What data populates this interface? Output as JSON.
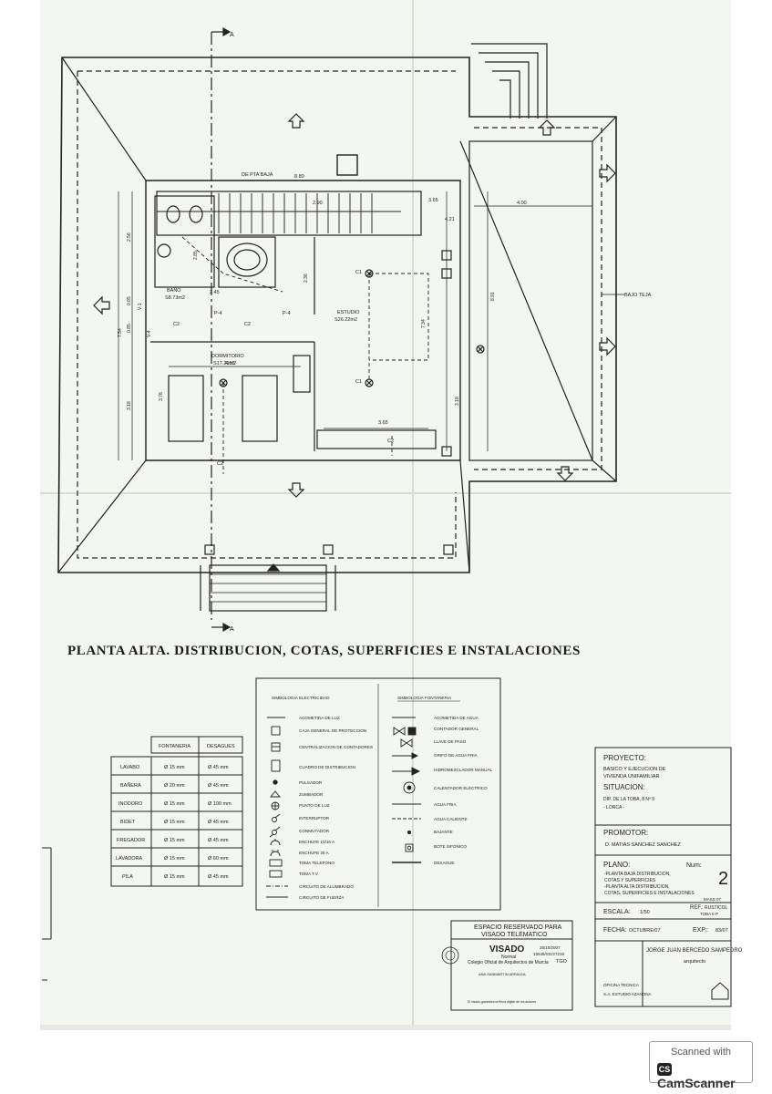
{
  "plan": {
    "title": "PLANTA ALTA. DISTRIBUCION, COTAS, SUPERFICIES E INSTALACIONES",
    "section_marks": [
      "A",
      "A"
    ],
    "labels": {
      "de_pta_baja": "DE PTA BAJA",
      "bajo_teja": "BAJO TEJA",
      "bano": "BAÑO",
      "bano_area": "S8.73m2",
      "estudio": "ESTUDIO",
      "estudio_area": "S26.22m2",
      "dormitorio": "DORMITORIO",
      "dormitorio_area": "S17.29m2"
    },
    "dims": {
      "d880": "8.80",
      "d365top": "3.65",
      "d400": "4.00",
      "d290": "2.90",
      "d421": "4.21",
      "d256": "2.56",
      "d754": "7.54",
      "d318a": "3.18",
      "d085a": "0.85",
      "d085b": "0.85",
      "d318b": "3.18",
      "d378": "3.78",
      "d455": "4.55",
      "d245": "2.45",
      "d236": "2.36",
      "d734": "7.34",
      "d891": "8.91",
      "d365bot": "3.65",
      "d285": "2.85",
      "d236b": "2.36"
    },
    "points": {
      "c1a": "C1",
      "c1b": "C1",
      "c2a": "C2",
      "c2b": "C2",
      "c2c": "C2",
      "c2d": "C2",
      "p4a": "P-4",
      "p4b": "P-4",
      "v1": "V-1",
      "v4": "V-4"
    }
  },
  "fontaneria_table": {
    "headers": [
      "",
      "FONTANERIA",
      "DESAGUES"
    ],
    "rows": [
      [
        "LAVABO",
        "Ø 15 mm",
        "Ø 45 mm"
      ],
      [
        "BAÑERA",
        "Ø 20 mm",
        "Ø 45 mm"
      ],
      [
        "INODORO",
        "Ø 15 mm",
        "Ø 100 mm"
      ],
      [
        "BIDET",
        "Ø 15 mm",
        "Ø 45 mm"
      ],
      [
        "FREGADOR",
        "Ø 15 mm",
        "Ø 45 mm"
      ],
      [
        "LAVADORA",
        "Ø 15 mm",
        "Ø 60 mm"
      ],
      [
        "PILA",
        "Ø 15 mm",
        "Ø 45 mm"
      ]
    ]
  },
  "legend": {
    "electricidad_title": "SIMBOLOGIA ELECTRICIDAD",
    "electricidad": [
      "ACOMETIDA DE LUZ",
      "CAJA GENERAL DE PROTECCION",
      "CENTRALIZACION DE CONTADORES",
      "CUADRO DE DISTRIBUCION",
      "PULSADOR",
      "ZUMBADOR",
      "PUNTO DE LUZ",
      "INTERRUPTOR",
      "CONMUTADOR",
      "ENCHUFE 10/16 A",
      "ENCHUFE 25 A",
      "TOMA TELEFONO",
      "TOMA T.V.",
      "CIRCUITO DE ALUMBRADO",
      "CIRCUITO DE FUERZA"
    ],
    "fontaneria_title": "SIMBOLOGIA FONTANERIA",
    "fontaneria": [
      "ACOMETIDA DE AGUA",
      "CONTADOR GENERAL",
      "LLAVE DE PASO",
      "GRIFO DE AGUA FRIA",
      "HIDROMEZCLADOR MANUAL",
      "CALENTADOR ELECTRICO",
      "AGUA FRIA",
      "AGUA CALIENTE",
      "BAJANTE",
      "BOTE SIFONICO",
      "DESAGUE"
    ]
  },
  "title_block": {
    "proyecto_label": "PROYECTO:",
    "proyecto_value": [
      "BASICO Y EJECUCION DE",
      "VIVIENDA UNIFAMILIAR"
    ],
    "situacion_label": "SITUACION:",
    "situacion_value": [
      "DIP. DE LA TOBA, 8 Nº 9",
      "- LORCA -"
    ],
    "promotor_label": "PROMOTOR:",
    "promotor_value": "D. MATIAS SANCHEZ SANCHEZ",
    "plano_label": "PLANO:",
    "numero_label": "Num:",
    "numero_value": "2",
    "plano_value": [
      "-PLANTA BAJA DISTRIBUCION,",
      "COTAS Y SUPERFICIES",
      "-PLANTA ALTA DISTRIBUCION,",
      "COTAS, SUPERFICIES E INSTALACIONES"
    ],
    "masa": "MASS 07",
    "ref_label": "REF.:",
    "ref_value": "RUSTICOL",
    "ref_small": "TOBA 8 P",
    "escala_label": "ESCALA:",
    "escala_value": "1/50",
    "fecha_label": "FECHA:",
    "fecha_value": "OCTUBRE/07",
    "exp_label": "EXP.:",
    "exp_value": "83/07",
    "arquitecto": "JORGE JUAN BERCEDO SAMPEDRO",
    "arquitecto_role": "arquitecto",
    "oficina": "OFICINA TECNICA",
    "oficina_addr": "S.A. ESTUDIO AZAHONA"
  },
  "visado": {
    "header": [
      "ESPACIO RESERVADO PARA",
      "VISADO TELEMATICO"
    ],
    "visado": "VISADO",
    "normal": "Normal",
    "date": "25/10/2007",
    "code": "16549/SG/27218",
    "tgo": "TGO",
    "college": "Colegio Oficial de Arquitectos de Murcia",
    "sub": "ANA SANMARTIN ARRIAGA",
    "footer": "El visado garantiza la firma digital de los autores"
  },
  "scanner": {
    "line1": "Scanned with",
    "badge": "CS",
    "line2": "CamScanner"
  }
}
